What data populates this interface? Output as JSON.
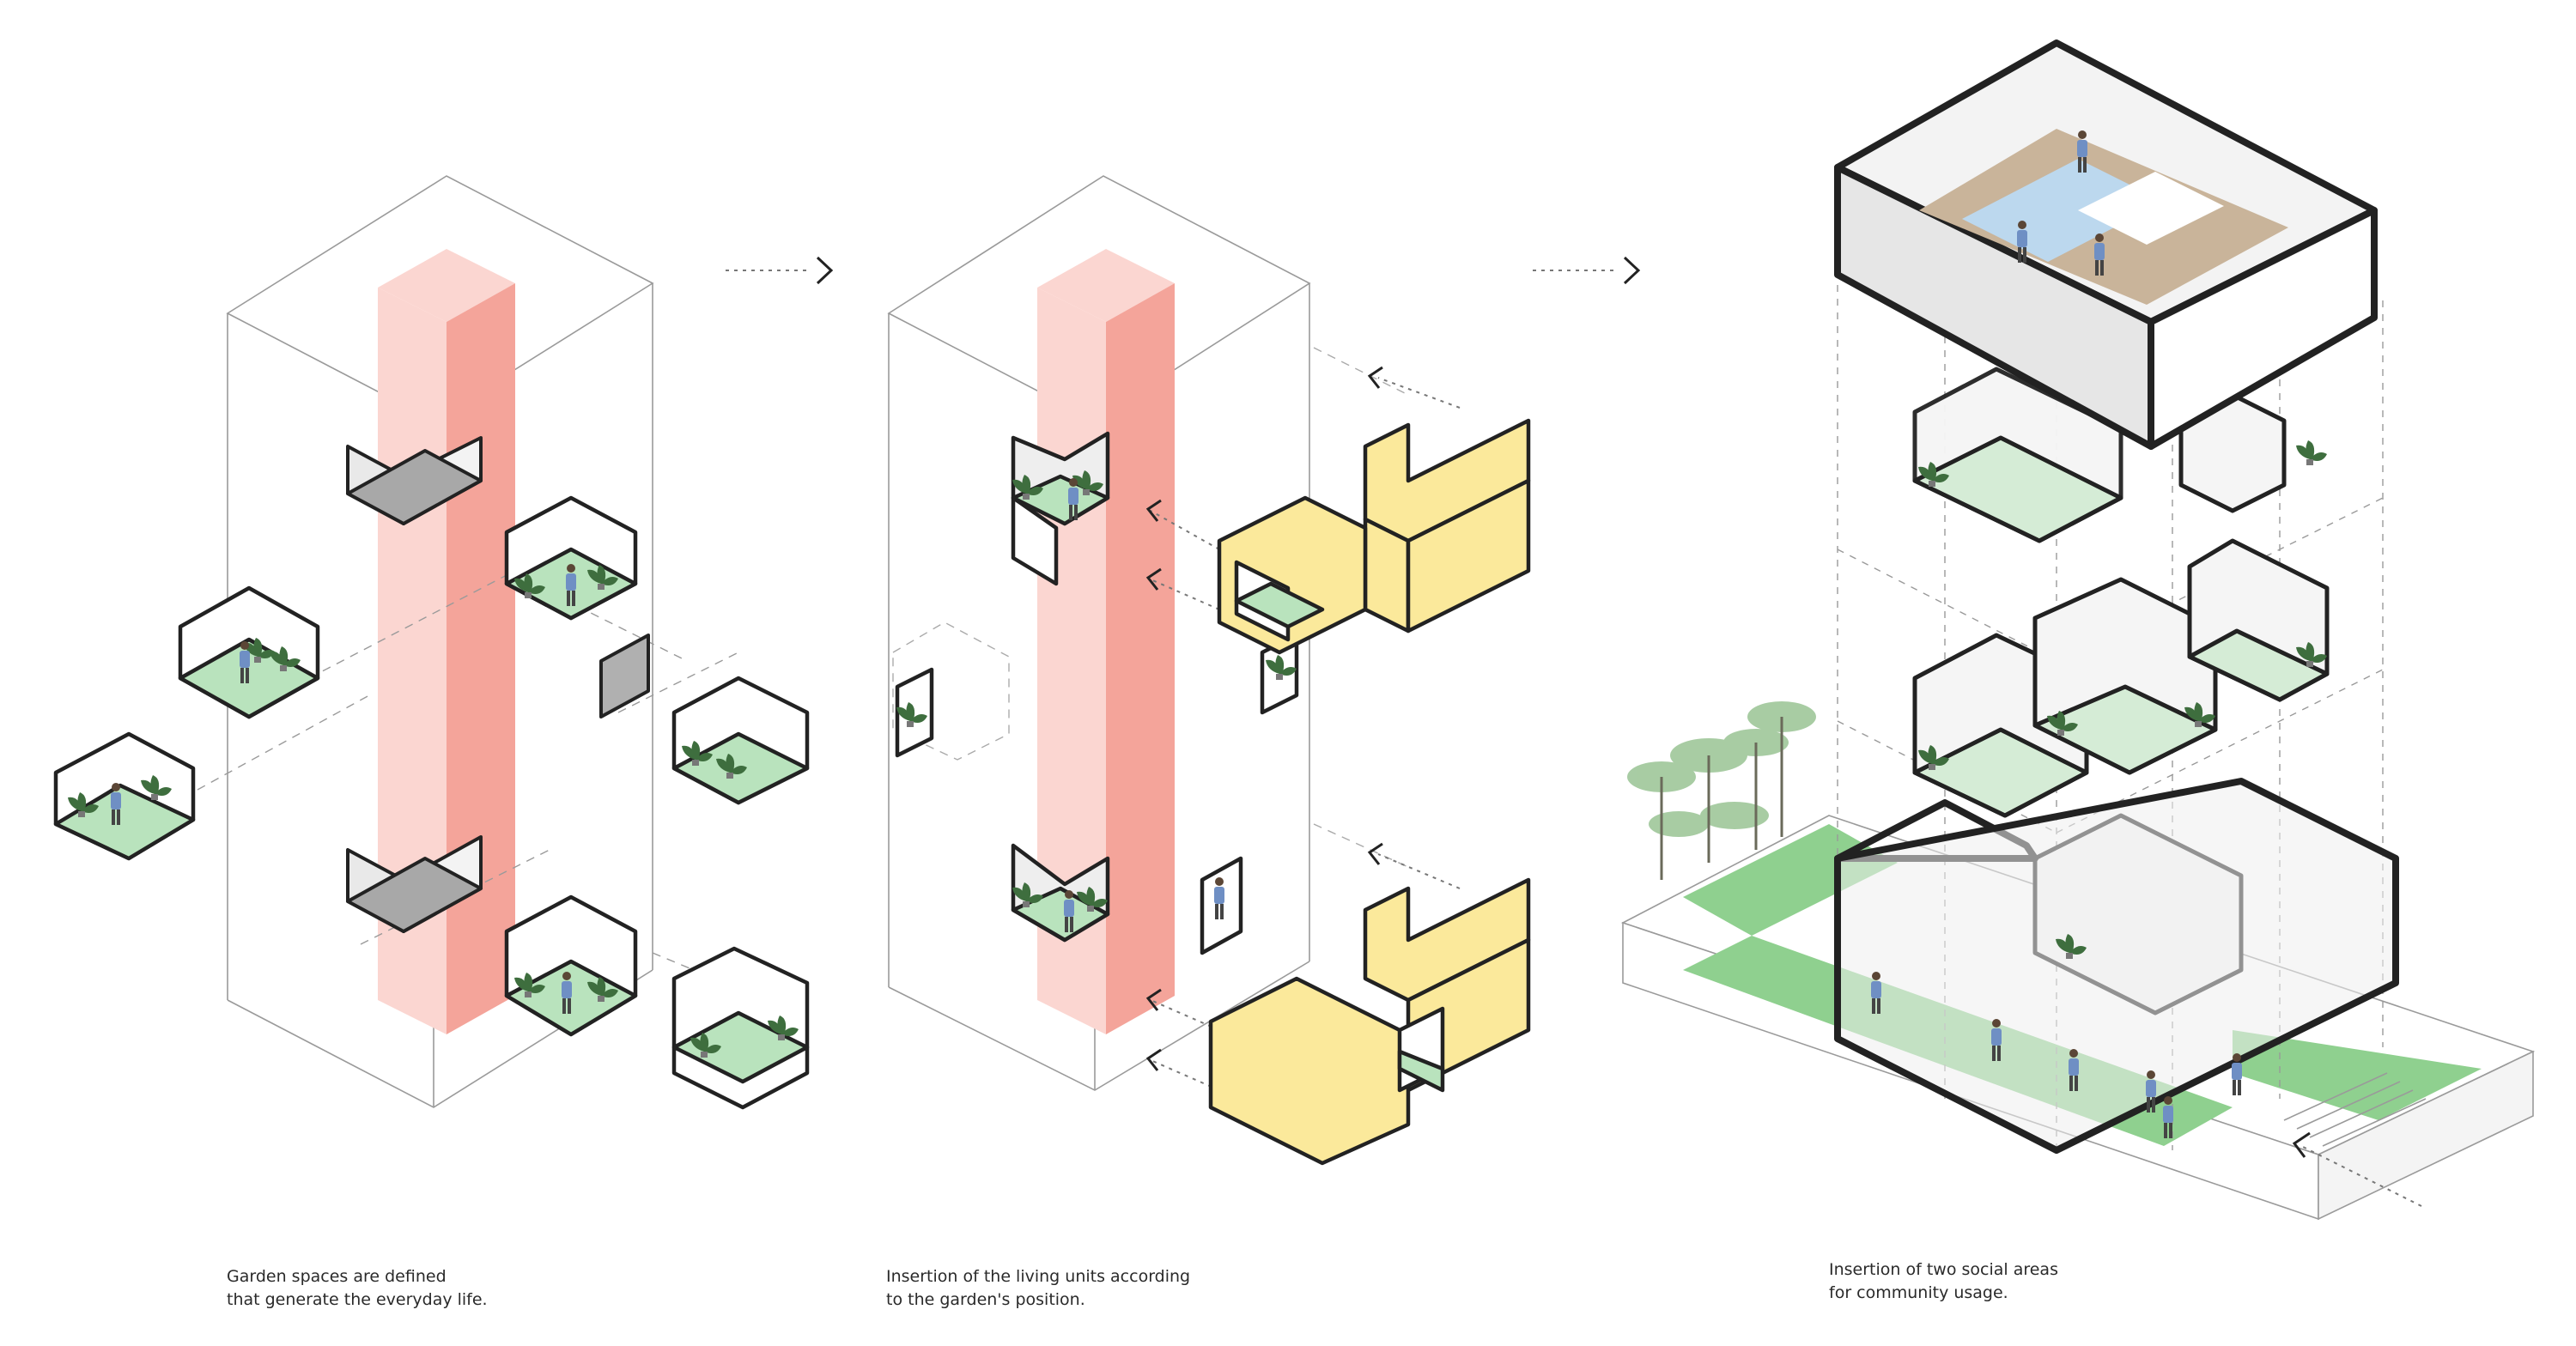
{
  "captions": {
    "step1": "Garden spaces are defined\nthat generate the everyday life.",
    "step2": "Insertion of the living units according\nto the garden's position.",
    "step3": "Insertion of two social areas\nfor community usage."
  },
  "colors": {
    "core_pink": "#f4a49a",
    "core_pink_light": "#fbd6d1",
    "garden_green": "#b9e3bd",
    "lawn_green": "#8fd08f",
    "unit_yellow": "#fbe99b",
    "outline": "#222222",
    "thin_line": "#9a9a9a",
    "social_top": "#f0f0f0",
    "floor_tan": "#c9b49a",
    "pool_blue": "#bcd8ee"
  },
  "icons": [
    "dotted-arrow-icon",
    "chevron-right-icon",
    "chevron-insert-icon",
    "tree-icon",
    "plant-icon",
    "person-icon"
  ]
}
